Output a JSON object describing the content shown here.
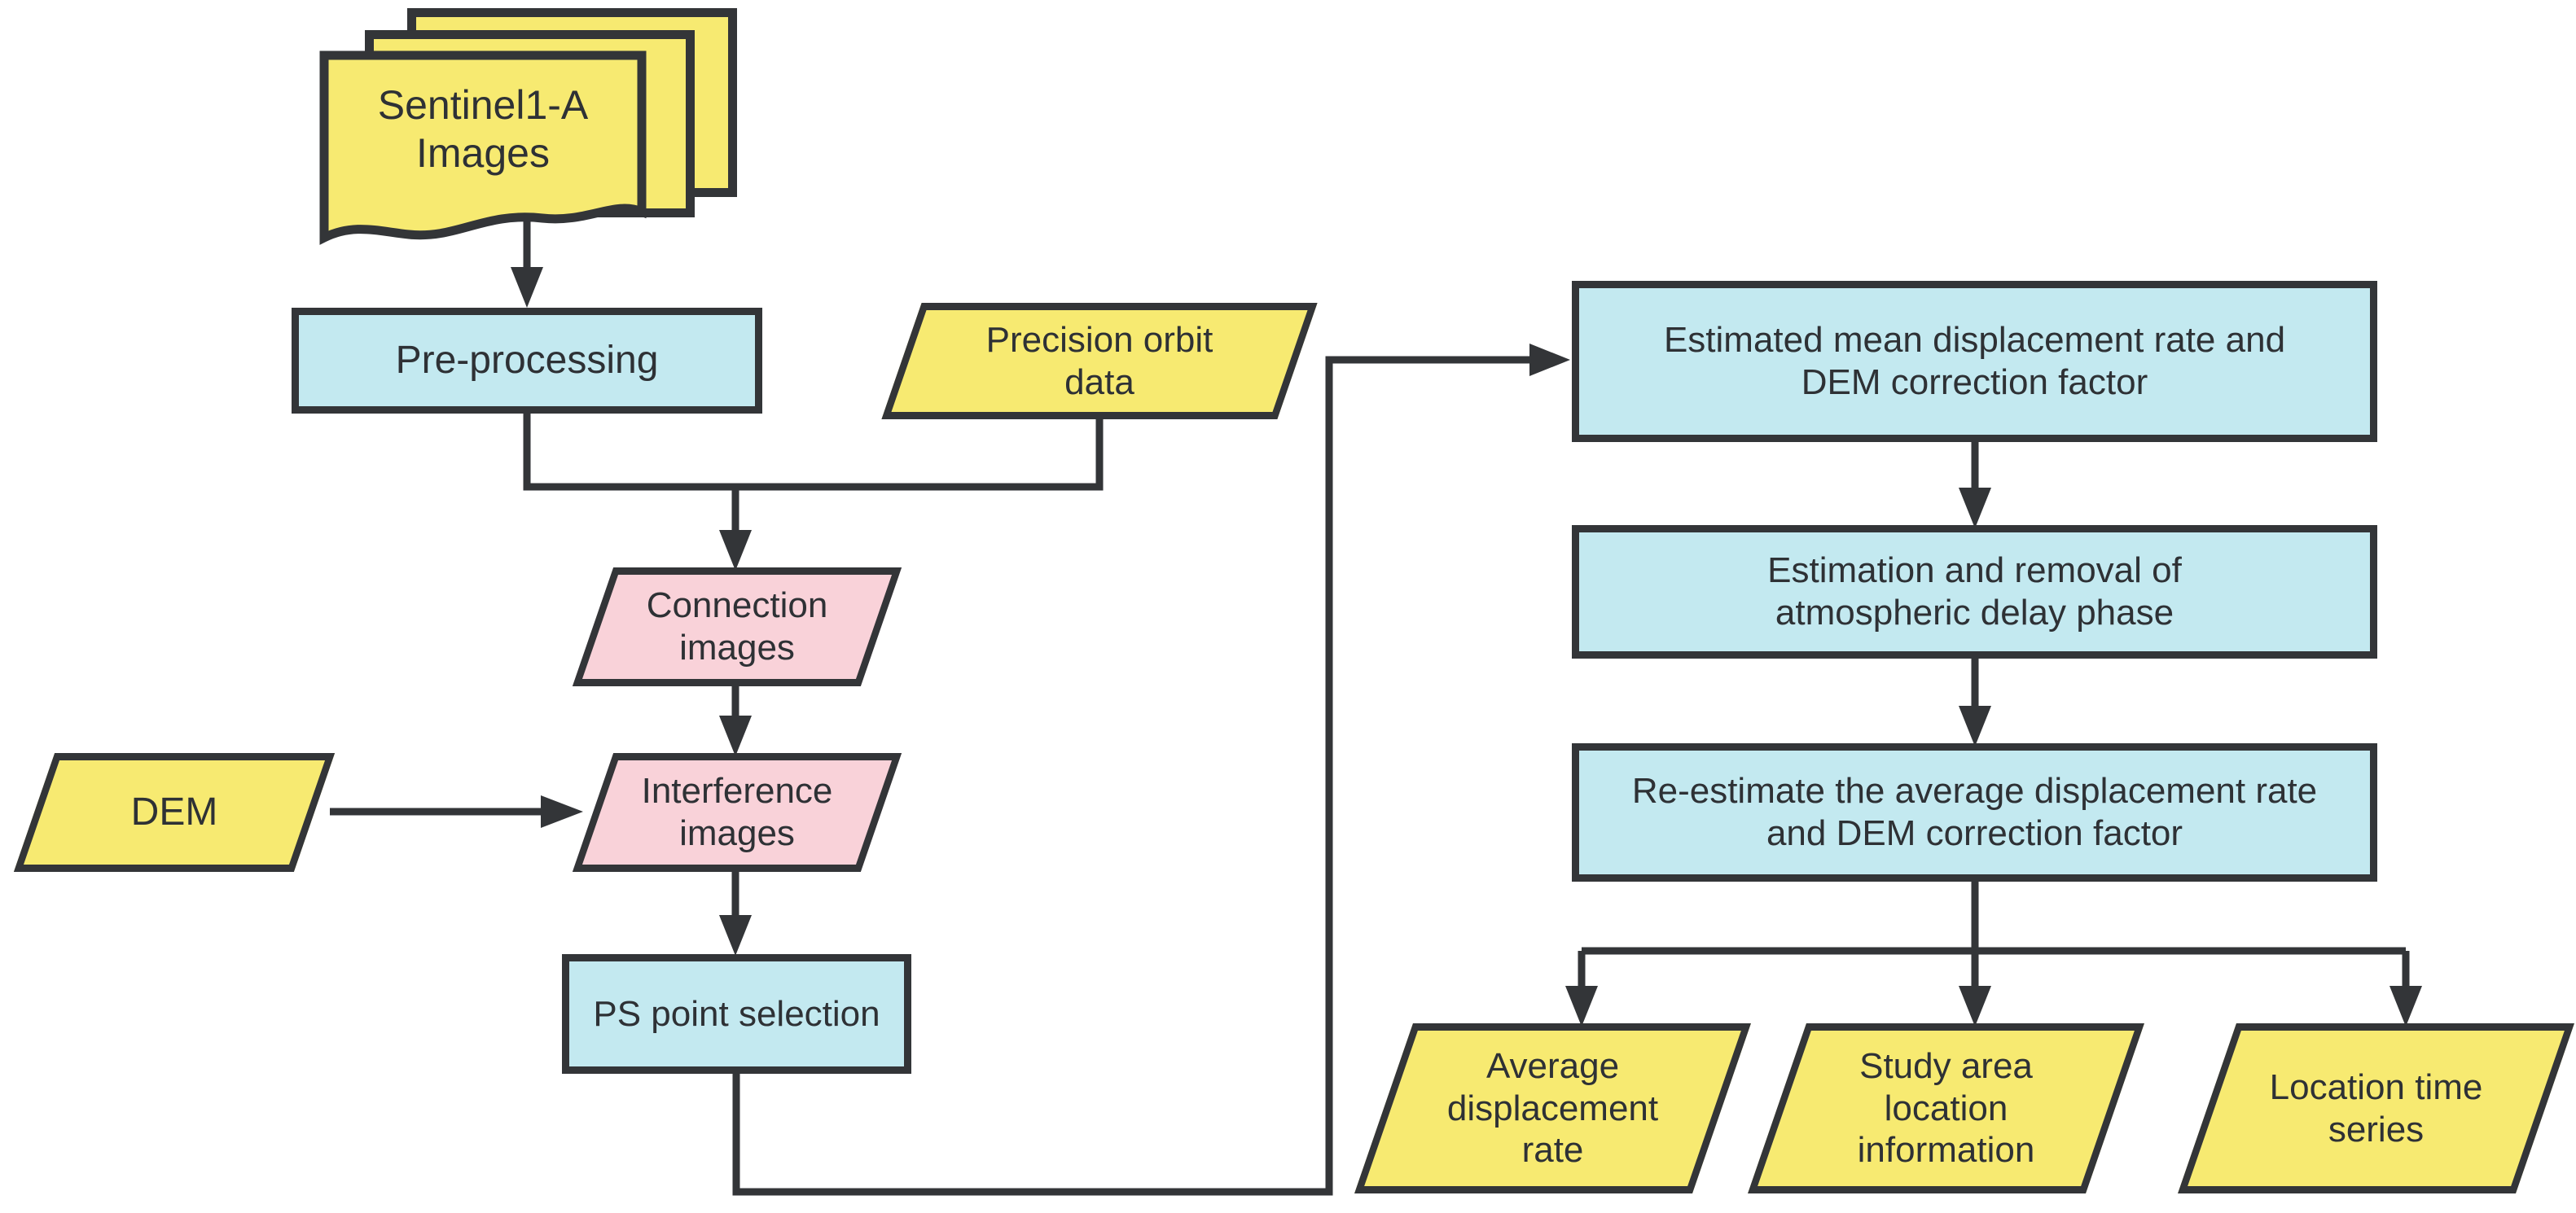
{
  "diagram_type": "flowchart",
  "colors": {
    "yellow": "#F7EA71",
    "cyan": "#C3E9F0",
    "pink": "#F9D2D9",
    "line": "#333538",
    "text": "#2E3135",
    "bg": "#FFFFFF"
  },
  "nodes": {
    "sentinel": {
      "label": "Sentinel1-A Images",
      "shape": "document-stack",
      "color": "yellow"
    },
    "preprocess": {
      "label": "Pre-processing",
      "shape": "process-box",
      "color": "cyan"
    },
    "orbit": {
      "label": "Precision orbit data",
      "shape": "parallelogram",
      "color": "yellow"
    },
    "connection": {
      "label": "Connection images",
      "shape": "parallelogram",
      "color": "pink"
    },
    "interference": {
      "label": "Interference images",
      "shape": "parallelogram",
      "color": "pink"
    },
    "dem": {
      "label": "DEM",
      "shape": "parallelogram",
      "color": "yellow"
    },
    "ps": {
      "label": "PS point selection",
      "shape": "process-box",
      "color": "cyan"
    },
    "estimate": {
      "label": "Estimated mean displacement rate and DEM correction factor",
      "shape": "process-box",
      "color": "cyan"
    },
    "atmosphere": {
      "label": "Estimation and removal of atmospheric delay phase",
      "shape": "process-box",
      "color": "cyan"
    },
    "reestimate": {
      "label": "Re-estimate the average displacement rate and DEM correction factor",
      "shape": "process-box",
      "color": "cyan"
    },
    "avgrate": {
      "label": "Average displacement rate",
      "shape": "parallelogram",
      "color": "yellow"
    },
    "studyarea": {
      "label": "Study area location information",
      "shape": "parallelogram",
      "color": "yellow"
    },
    "timeseries": {
      "label": "Location time series",
      "shape": "parallelogram",
      "color": "yellow"
    }
  },
  "edges": [
    "sentinel -> preprocess",
    "preprocess -> connection",
    "orbit -> connection",
    "connection -> interference",
    "dem -> interference",
    "interference -> ps",
    "ps -> estimate",
    "estimate -> atmosphere",
    "atmosphere -> reestimate",
    "reestimate -> avgrate",
    "reestimate -> studyarea",
    "reestimate -> timeseries"
  ]
}
